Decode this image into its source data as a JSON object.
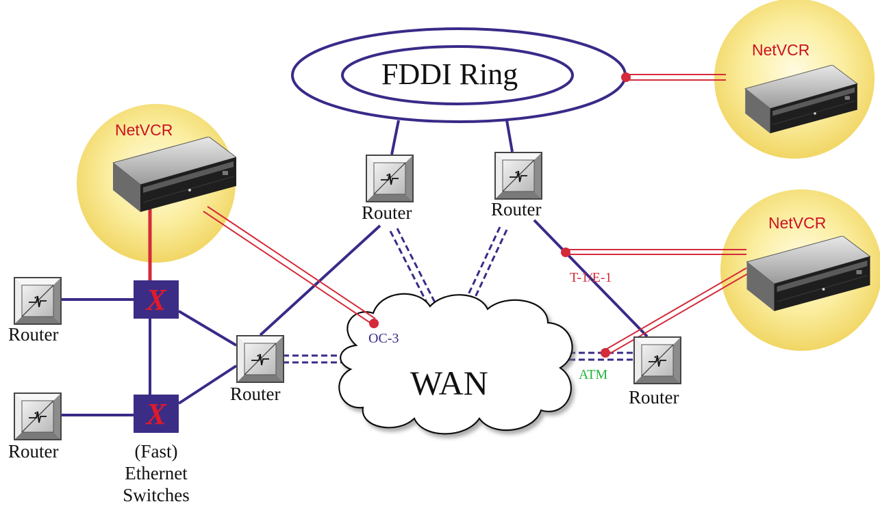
{
  "nodes": {
    "fddi": {
      "label": "FDDI Ring"
    },
    "wan": {
      "label": "WAN"
    },
    "netvcr_left": {
      "label": "NetVCR"
    },
    "netvcr_top_right": {
      "label": "NetVCR"
    },
    "netvcr_right": {
      "label": "NetVCR"
    },
    "router_top_1": {
      "label": "Router"
    },
    "router_top_2": {
      "label": "Router"
    },
    "router_left_1": {
      "label": "Router"
    },
    "router_left_2": {
      "label": "Router"
    },
    "router_center": {
      "label": "Router"
    },
    "router_right": {
      "label": "Router"
    },
    "switches": {
      "lines": [
        "(Fast)",
        "Ethernet",
        "Switches"
      ],
      "glyph": "X"
    }
  },
  "links": {
    "oc3": "OC-3",
    "t1e1": "T-1/E-1",
    "atm": "ATM"
  },
  "colors": {
    "link_blue": "#3a2a88",
    "link_red": "#d42a3a",
    "switch_fill": "#3b2d86",
    "switch_x": "#e01a2a",
    "netvcr_glow": "#f6e27a",
    "atm_text": "#22b43a",
    "oc3_text": "#3a2a88",
    "t1e1_text": "#d42a3a"
  }
}
